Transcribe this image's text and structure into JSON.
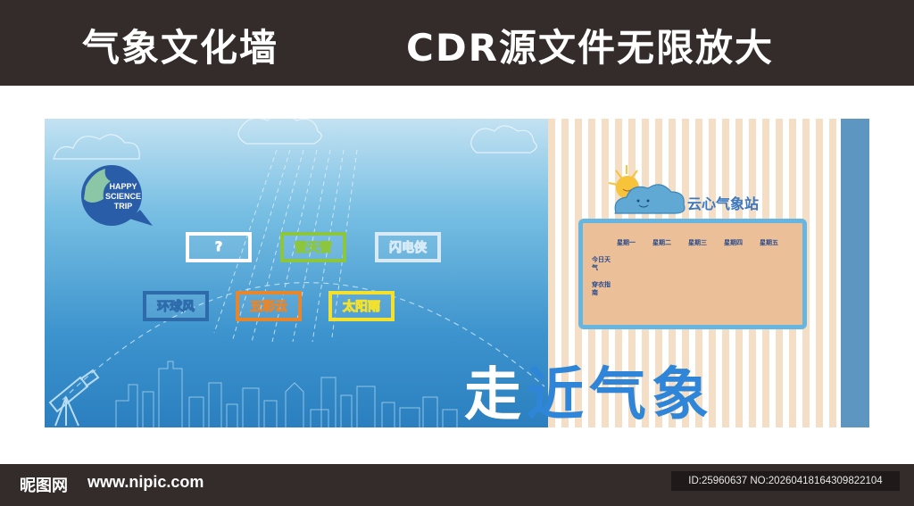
{
  "header": {
    "title_left": "气象文化墙",
    "title_right": "CDR源文件无限放大"
  },
  "logo": {
    "lines": [
      "HAPPY",
      "SCIENCE",
      "TRIP"
    ]
  },
  "quiz_boxes": [
    {
      "label": "?",
      "color": "#ffffff"
    },
    {
      "label": "雷天雷",
      "color": "#8cc63f"
    },
    {
      "label": "闪电侠",
      "color": "#d7eaf6"
    },
    {
      "label": "环球风",
      "color": "#2e6bab"
    },
    {
      "label": "五彩云",
      "color": "#e8862b"
    },
    {
      "label": "太阳雨",
      "color": "#f3e12d"
    }
  ],
  "station": {
    "title": "云心气象站",
    "days": [
      "星期一",
      "星期二",
      "星期三",
      "星期四",
      "星期五"
    ],
    "rows": [
      "今日天气",
      "穿衣指南"
    ]
  },
  "big_title": {
    "first": "走",
    "rest": "近气象"
  },
  "watermark": {
    "logo": "昵图网",
    "url": "www.nipic.com",
    "id": "ID:25960637 NO:20260418164309822104"
  },
  "colors": {
    "dark_bar": "#332c2b",
    "blue": "#2f86d8",
    "board": "#ebbf97"
  },
  "icons": [
    "sun-icon",
    "cloud-icon",
    "shirt-icon",
    "telescope-icon",
    "city-skyline-icon",
    "rain-lines-icon"
  ]
}
